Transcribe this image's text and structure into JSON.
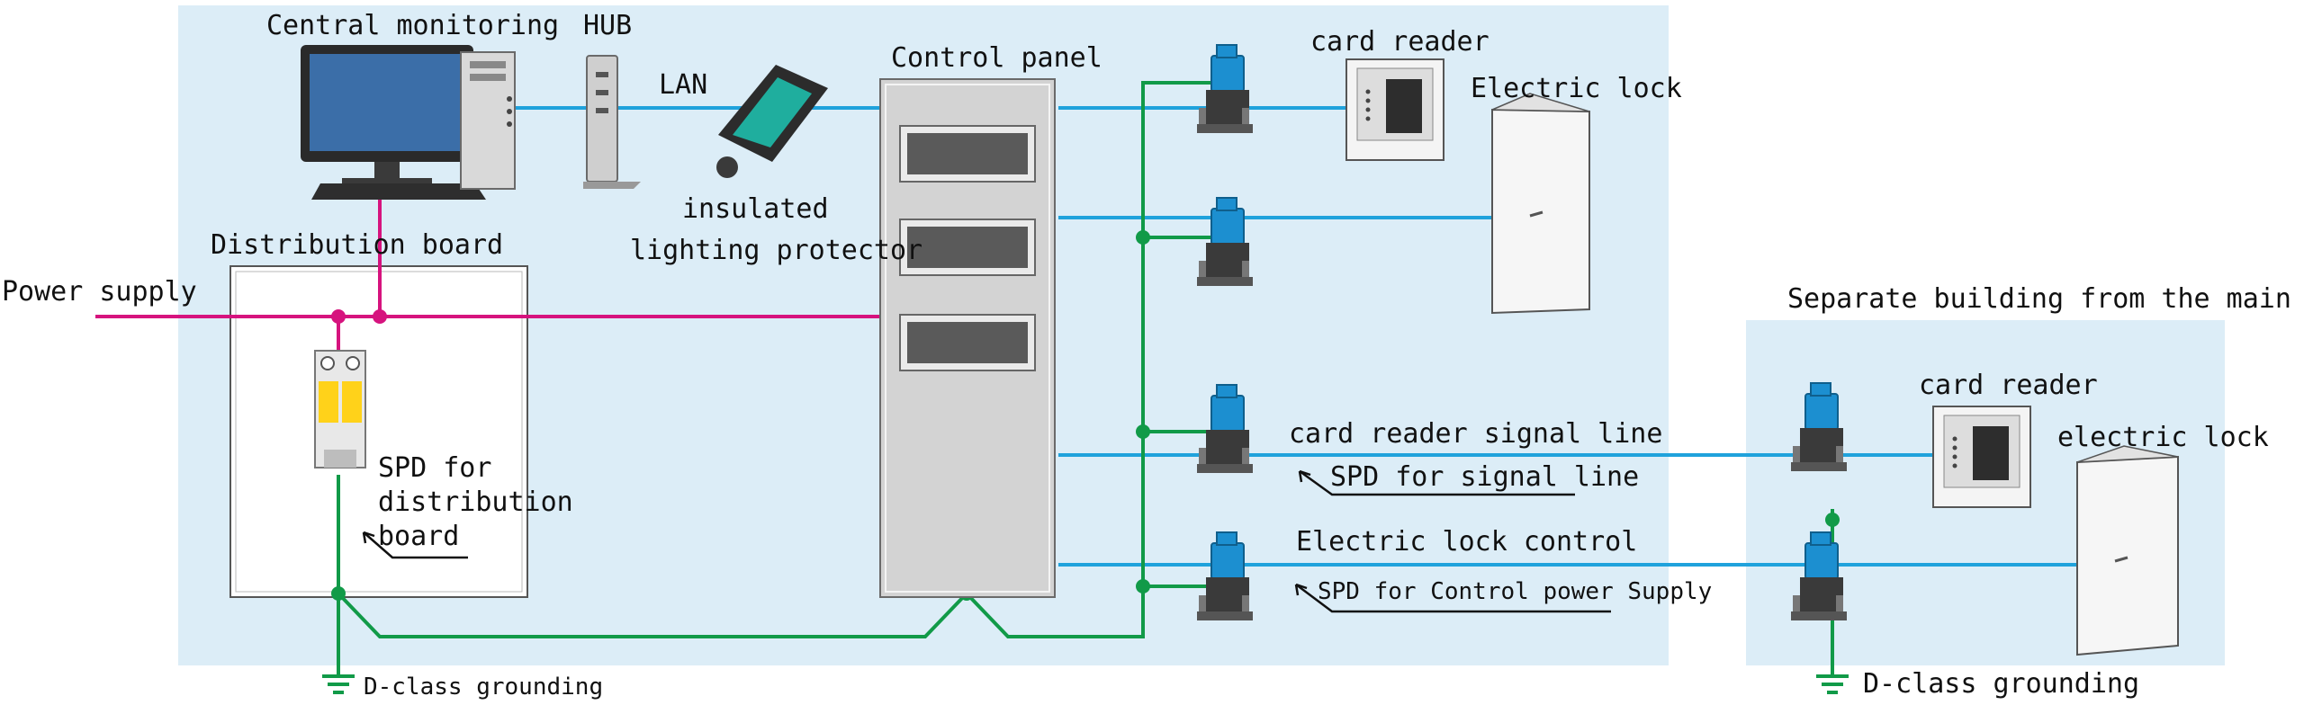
{
  "labels": {
    "central_monitoring": "Central monitoring",
    "hub": "HUB",
    "lan": "LAN",
    "insulated_line1": "insulated",
    "insulated_line2": "lighting protector",
    "control_panel": "Control panel",
    "card_reader_main": "card reader",
    "electric_lock_main": "Electric lock",
    "distribution_board": "Distribution board",
    "power_supply": "Power supply",
    "spd_dist_line1": "SPD for",
    "spd_dist_line2": "distribution",
    "spd_dist_line3": "board",
    "card_reader_signal_line": "card reader signal line",
    "spd_signal_line": "SPD for signal line",
    "electric_lock_control": "Electric lock control",
    "spd_control_power": "SPD for Control power Supply",
    "d_class_grounding_left": "D-class grounding",
    "separate_building": "Separate building from the main",
    "card_reader_remote": "card reader",
    "electric_lock_remote": "electric lock",
    "d_class_grounding_right": "D-class grounding"
  },
  "colors": {
    "background_panel": "#dcedf7",
    "lan_line": "#1fa2dc",
    "power_line": "#d6137e",
    "ground_line": "#119a48",
    "spd_body": "#1c8fd0",
    "spd_base": "#3a3a3a",
    "breaker_yellow": "#ffd21a"
  },
  "icons": [
    "computer-monitor-icon",
    "pc-tower-icon",
    "keyboard-icon",
    "hub-icon",
    "insulated-protector-icon",
    "control-panel-icon",
    "spd-module-icon",
    "card-reader-icon",
    "door-icon",
    "circuit-breaker-icon",
    "ground-symbol-icon"
  ]
}
